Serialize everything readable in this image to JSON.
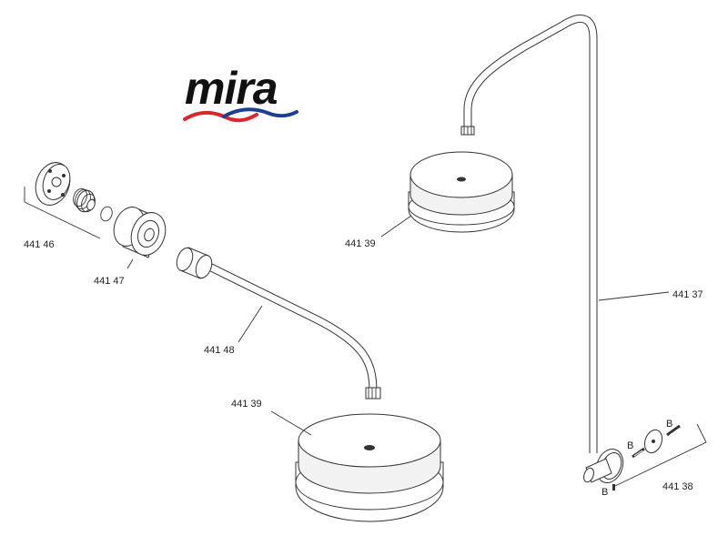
{
  "logo": {
    "text": "mira",
    "colors": {
      "wordmark": "#111111",
      "wave_red": "#d8262b",
      "wave_blue": "#1c3f8f"
    }
  },
  "labels": {
    "p44146": "441 46",
    "p44147": "441 47",
    "p44148": "441 48",
    "p44139_top": "441 39",
    "p44139_bottom": "441 39",
    "p44137": "441 37",
    "p44138": "441 38",
    "screw_b1": "B",
    "screw_b2": "B",
    "screw_b3": "B"
  }
}
